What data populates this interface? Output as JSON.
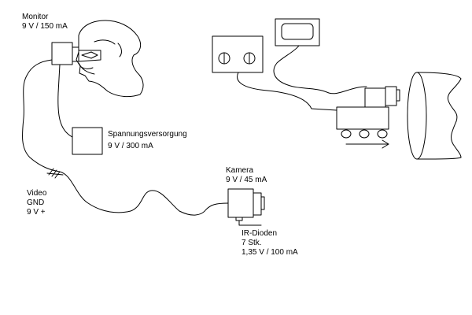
{
  "monitor": {
    "name": "Monitor",
    "spec": "9 V / 150 mA"
  },
  "power_supply": {
    "name": "Spannungsversorgung",
    "spec": "9 V / 300 mA"
  },
  "cable": {
    "line1": "Video",
    "line2": "GND",
    "line3": "9 V +"
  },
  "camera": {
    "name": "Kamera",
    "spec": "9 V / 45 mA"
  },
  "ir_diodes": {
    "name": "IR-Dioden",
    "count": "7 Stk.",
    "spec": "1,35 V / 100 mA"
  }
}
